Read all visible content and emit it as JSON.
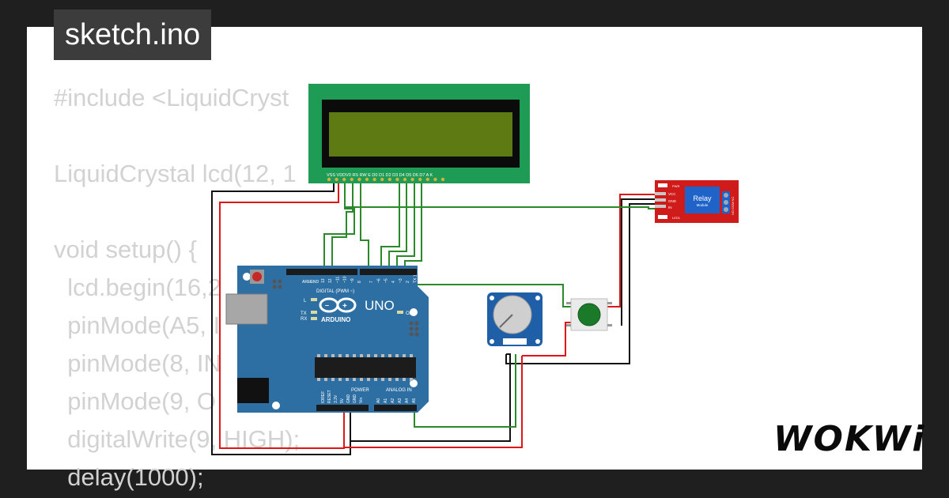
{
  "tab": {
    "filename": "sketch.ino"
  },
  "code": {
    "lines": [
      "#include <LiquidCryst",
      "",
      "LiquidCrystal lcd(12, 1",
      "",
      "void setup() {",
      "  lcd.begin(16,2",
      "  pinMode(A5, I",
      "  pinMode(8, IN",
      "  pinMode(9, O",
      "  digitalWrite(9, HIGH);",
      "  delay(1000);"
    ]
  },
  "brand": {
    "logo": "WOKWi"
  },
  "board": {
    "name": "UNO",
    "maker": "ARDUINO",
    "digital_label": "DIGITAL (PWM ~)",
    "power_label": "POWER",
    "analog_label": "ANALOG IN",
    "on_label": "ON",
    "l_label": "L",
    "tx_label": "TX",
    "rx_label": "RX",
    "aref": "AREF",
    "gnd": "GND",
    "digital_pins": [
      "13",
      "12",
      "~11",
      "~10",
      "~9",
      "8",
      "7",
      "~6",
      "~5",
      "4",
      "~3",
      "2",
      "TX 1",
      "RX 0"
    ],
    "power_pins": [
      "IOREF",
      "RESET",
      "3.3V",
      "5V",
      "GND",
      "GND",
      "Vin"
    ],
    "analog_pins": [
      "A0",
      "A1",
      "A2",
      "A3",
      "A4",
      "A5"
    ]
  },
  "lcd": {
    "pins": [
      "VSS",
      "VDD",
      "V0",
      "RS",
      "RW",
      "E",
      "D0",
      "D1",
      "D2",
      "D3",
      "D4",
      "D5",
      "D6",
      "D7",
      "A",
      "K"
    ]
  },
  "relay": {
    "title": "Relay",
    "subtitle": "Module",
    "pins": [
      "VCC",
      "GND",
      "IN"
    ],
    "pwr": "PWR",
    "led": "LED1",
    "contacts": "NO COM NC"
  },
  "colors": {
    "background": "#1f1f1f",
    "board": "#2e6fa3",
    "lcd_pcb": "#1e9c55",
    "lcd_screen": "#5e7a12",
    "relay": "#d01b1b",
    "wire_green": "#2a8a2a",
    "wire_red": "#e01515",
    "wire_black": "#111111"
  }
}
